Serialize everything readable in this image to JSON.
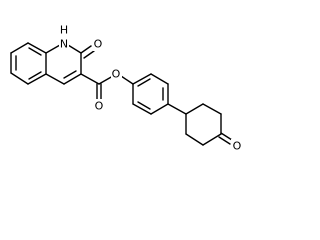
{
  "molecule": {
    "atoms": {
      "nh": "H",
      "n": "N",
      "o_lactam": "O",
      "o_carbonyl": "O",
      "o_ester": "O",
      "o_ketone": "O"
    }
  }
}
